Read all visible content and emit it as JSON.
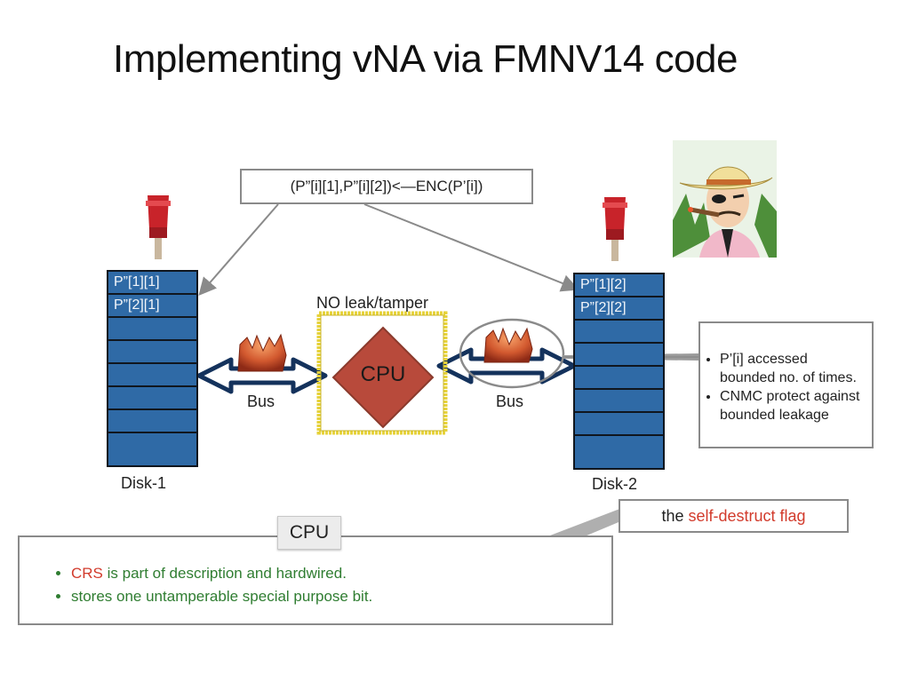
{
  "title": "Implementing vNA via FMNV14 code",
  "formula": "(P”[i][1],P”[i][2])<—ENC(P’[i])",
  "disk1": {
    "label": "Disk-1",
    "cells": [
      "P”[1][1]",
      "P”[2][1]",
      "",
      "",
      "",
      "",
      "",
      ""
    ]
  },
  "disk2": {
    "label": "Disk-2",
    "cells": [
      "P”[1][2]",
      "P”[2][2]",
      "",
      "",
      "",
      "",
      "",
      ""
    ]
  },
  "no_leak_label": "NO leak/tamper",
  "cpu_chip_label": "CPU",
  "bus_left_label": "Bus",
  "bus_right_label": "Bus",
  "side_note": {
    "bullets": [
      "P’[i] accessed bounded no. of times.",
      "CNMC protect against bounded leakage"
    ]
  },
  "callout": {
    "prefix": "the ",
    "highlight": "self-destruct flag"
  },
  "cpu_box": {
    "tag": "CPU",
    "line1_highlight": "CRS",
    "line1_rest": " is part of description and hardwired.",
    "line2": "stores one untamperable special purpose bit."
  },
  "colors": {
    "disk_blue": "#2f6aa6",
    "cpu_diamond": "#b84a3b",
    "enclosure_yellow": "#e6d23a",
    "highlight_red": "#d23b2c",
    "text_green": "#2f7d31"
  }
}
